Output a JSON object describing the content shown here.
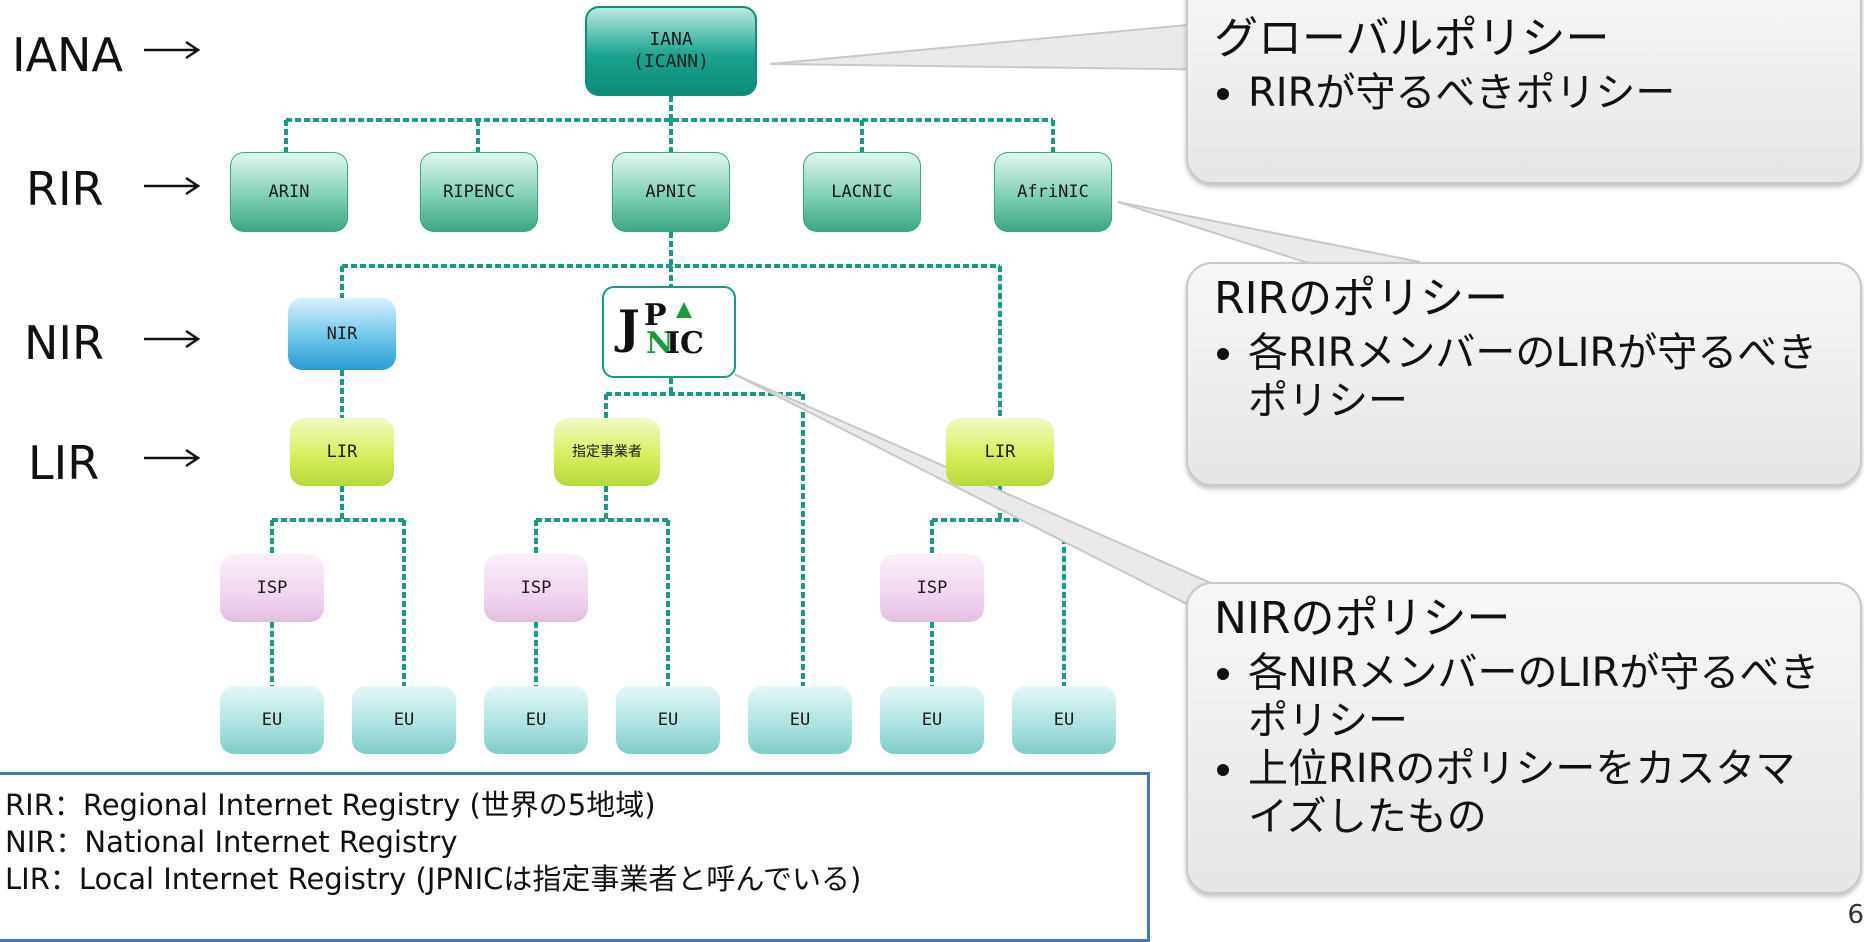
{
  "levels": {
    "iana": "IANA",
    "rir": "RIR",
    "nir": "NIR",
    "lir": "LIR"
  },
  "nodes": {
    "iana": "IANA\n(ICANN)",
    "rirs": [
      "ARIN",
      "RIPENCC",
      "APNIC",
      "LACNIC",
      "AfriNIC"
    ],
    "nir": "NIR",
    "jpnic": "JPNIC",
    "lirs": [
      "LIR",
      "指定事業者",
      "LIR"
    ],
    "isps": [
      "ISP",
      "ISP",
      "ISP"
    ],
    "eus": [
      "EU",
      "EU",
      "EU",
      "EU",
      "EU",
      "EU",
      "EU"
    ]
  },
  "callouts": {
    "global": {
      "title": "グローバルポリシー",
      "bullets": [
        "RIRが守るべきポリシー"
      ]
    },
    "rir": {
      "title": "RIRのポリシー",
      "bullets": [
        "各RIRメンバーのLIRが守るべきポリシー"
      ]
    },
    "nir": {
      "title": "NIRのポリシー",
      "bullets": [
        "各NIRメンバーのLIRが守るべきポリシー",
        "上位RIRのポリシーをカスタマイズしたもの"
      ]
    }
  },
  "legend": [
    "RIR：Regional Internet Registry (世界の5地域)",
    "NIR：National Internet Registry",
    "LIR：Local Internet Registry (JPNICは指定事業者と呼んでいる)"
  ],
  "page_number": "6",
  "colors": {
    "connector": "#1a9a86",
    "iana": "#19a48f",
    "rir": "#7fd1b3",
    "nir": "#6cc6ea",
    "lir": "#d6ef5e",
    "isp": "#f0d5ee",
    "eu": "#aee4e1",
    "legend_border": "#4a77b5"
  }
}
